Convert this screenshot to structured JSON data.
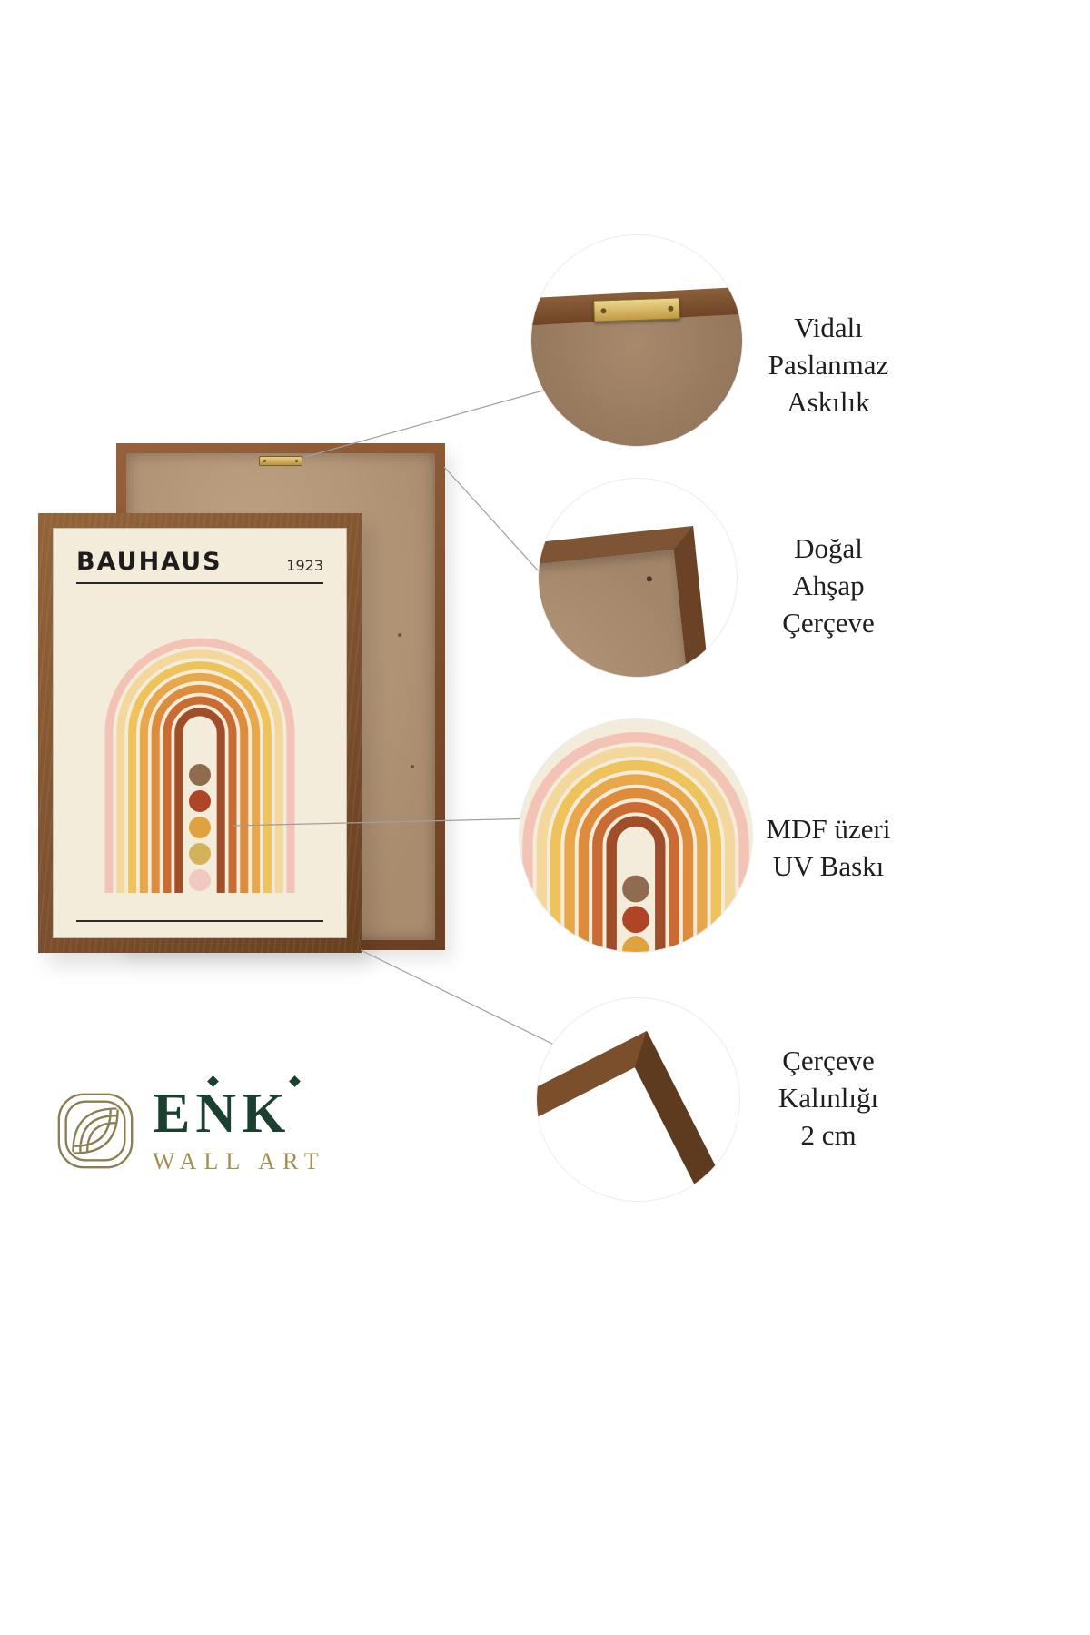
{
  "poster": {
    "title": "BAUHAUS",
    "year": "1923",
    "background": "#f4ecda",
    "band_colors": [
      "#f3c3b5",
      "#f3d79c",
      "#eec35b",
      "#e7a74a",
      "#dd8c3c",
      "#c96b33",
      "#a04e2a"
    ],
    "dot_colors": [
      "#8f6b4f",
      "#ae4526",
      "#e0a23e",
      "#d3b25c",
      "#f0c9c0"
    ]
  },
  "frame": {
    "wood_light": "#8f6136",
    "wood_dark": "#6e4323",
    "backing": "#b29677",
    "hanger_gold": "#cfae58"
  },
  "callouts": [
    {
      "id": "hanger",
      "label": "Vidalı\nPaslanmaz\nAskılık"
    },
    {
      "id": "wood-frame",
      "label": "Doğal\nAhşap\nÇerçeve"
    },
    {
      "id": "uv-print",
      "label": "MDF üzeri\nUV Baskı"
    },
    {
      "id": "thickness",
      "label": "Çerçeve\nKalınlığı\n2 cm"
    }
  ],
  "logo": {
    "brand": "ENK",
    "subtitle": "WALL ART",
    "green": "#1c4030",
    "gold": "#a38f4f"
  }
}
